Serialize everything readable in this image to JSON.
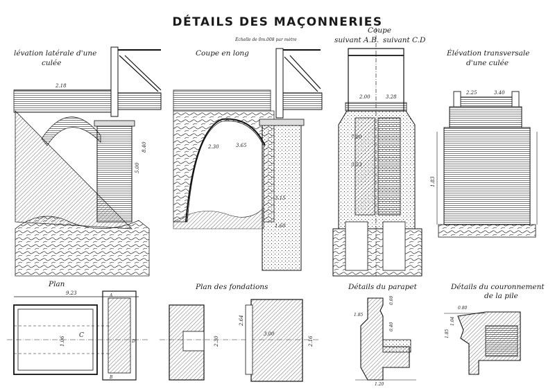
{
  "title": "DÉTAILS DES MAÇONNERIES",
  "scale": "Échelle de 0m.008 par mètre",
  "views": {
    "elevation_laterale": [
      "lévation latérale d'une",
      "culée"
    ],
    "coupe_en_long": "Coupe en long",
    "coupe": {
      "heading": "Coupe",
      "ab": "suivant A.B.",
      "cd": "suivant C.D"
    },
    "elevation_transversale": [
      "Élévation transversale",
      "d'une culée"
    ],
    "plan": "Plan",
    "plan_fondations": "Plan des fondations",
    "details_parapet": "Détails du parapet",
    "details_couronnement": [
      "Détails du couronnement",
      "de la pile"
    ]
  },
  "dimensions": {
    "d1": "2.18",
    "d2": "8.40",
    "d3": "1.83",
    "d4": "5.00",
    "d5": "2.30",
    "d6": "3.65",
    "d7": "3.15",
    "d8": "1.60",
    "d9": "2.00",
    "d10": "3.28",
    "d11": "7.80",
    "d12": "3.53",
    "d13": "2.25",
    "d14": "3.40",
    "d15": "9.23",
    "d16": "1.06",
    "d17": "2.30",
    "d18": "0.60",
    "d19": "0.40",
    "d20": "1.85",
    "d21": "1.20",
    "d22": "2.16",
    "d23": "2.64",
    "d24": "3.00",
    "d25": "1.85",
    "d26": "1.04",
    "d27": "0.80"
  },
  "plan_marks": {
    "a": "A",
    "b": "B",
    "c": "C",
    "d": "D"
  }
}
